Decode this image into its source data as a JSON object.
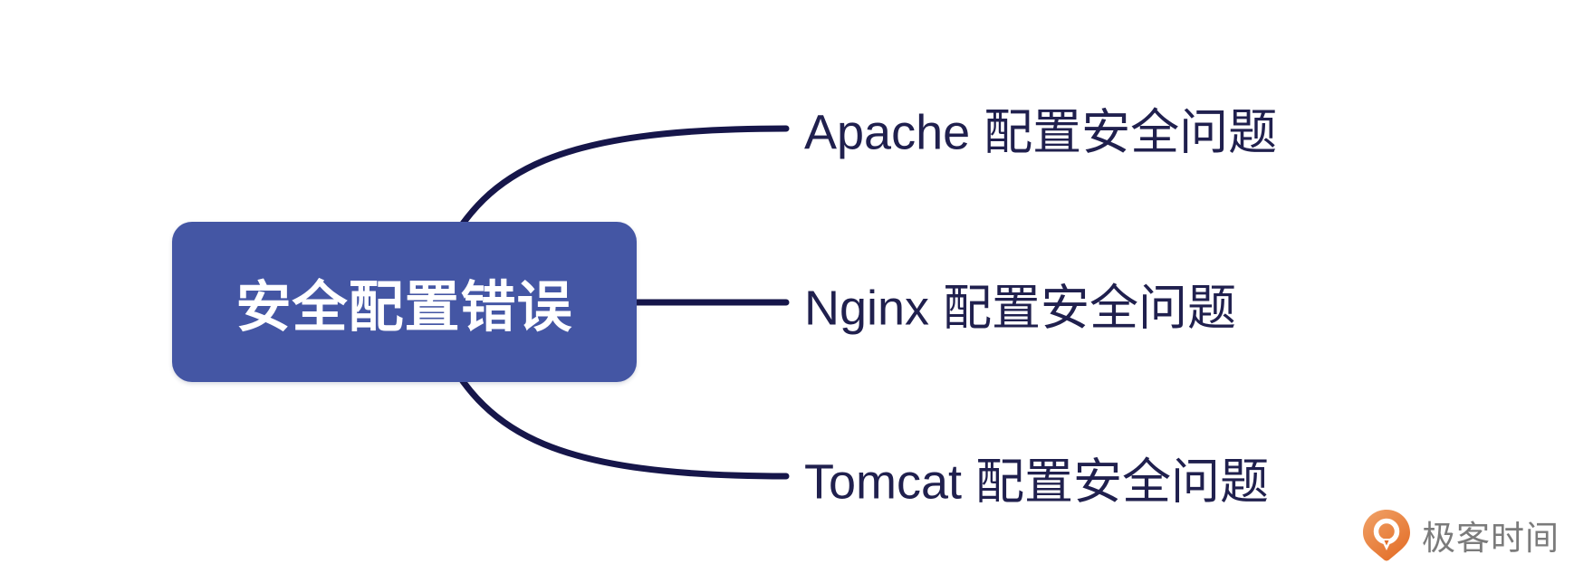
{
  "canvas": {
    "background_color": "#FFFFFF"
  },
  "mindmap": {
    "root": {
      "label": "安全配置错误",
      "bg_color": "#4456A4",
      "text_color": "#FFFFFF"
    },
    "branches": [
      {
        "label": "Apache 配置安全问题"
      },
      {
        "label": "Nginx 配置安全问题"
      },
      {
        "label": "Tomcat 配置安全问题"
      }
    ],
    "connector_color": "#16164A",
    "branch_text_color": "#20204E"
  },
  "watermark": {
    "logo_text": "极客时间",
    "icon_name": "geek-time-pin-icon",
    "icon_color": "#E8813C",
    "text_color": "#7B7B7B"
  }
}
